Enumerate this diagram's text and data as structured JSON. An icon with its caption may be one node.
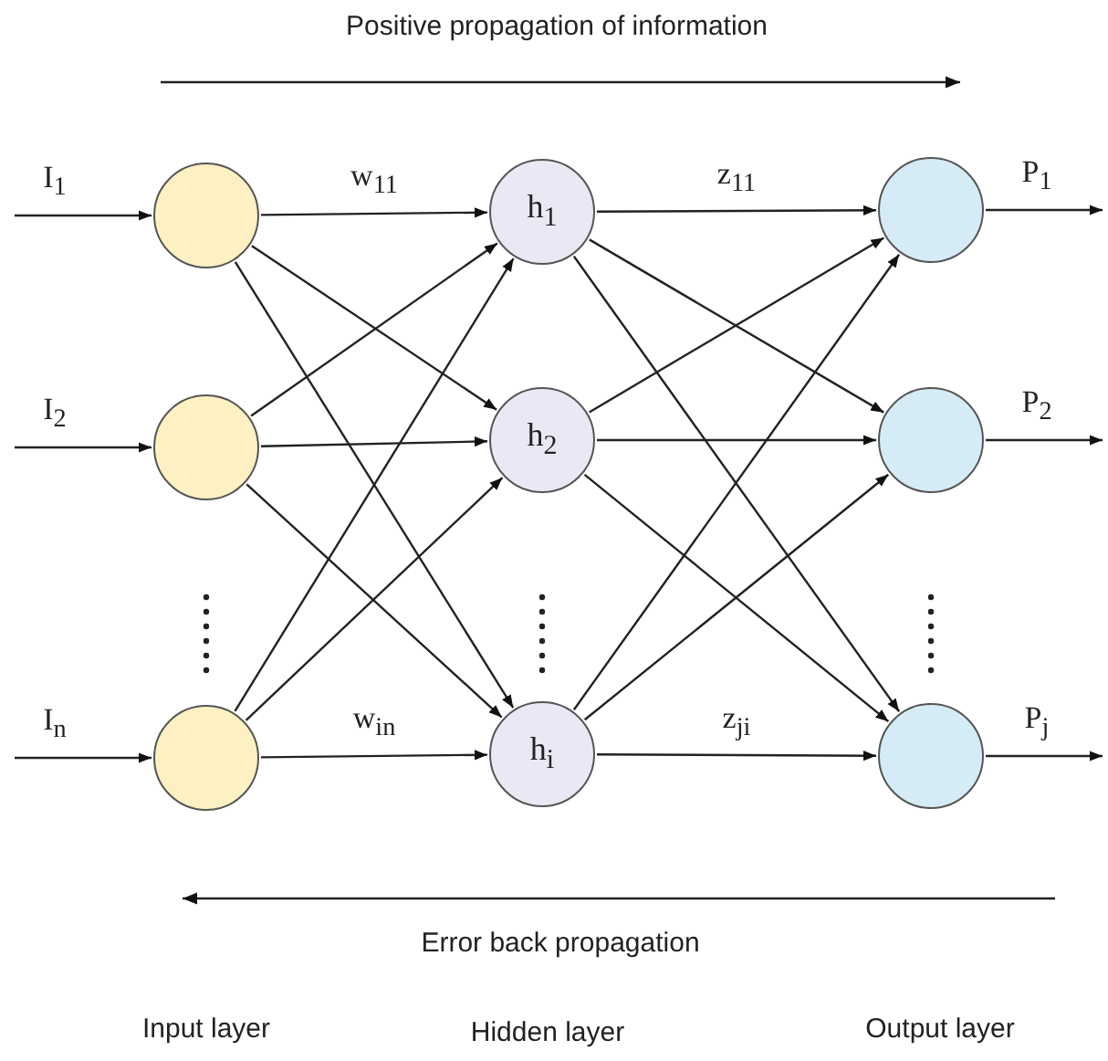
{
  "diagram": {
    "nodes": [
      {
        "text": [],
        "shape": "circle"
      },
      {
        "text": [],
        "shape": "circle"
      },
      {
        "text": [],
        "shape": "circle"
      },
      {
        "text": [
          "h$_{1}$"
        ]
      },
      {
        "text": [
          "h$_{2}$"
        ]
      },
      {
        "text": [
          "h$_{i}$"
        ]
      },
      {
        "text": [],
        "shape": "circle"
      },
      {
        "text": [],
        "shape": "circle"
      },
      {
        "text": [],
        "shape": "circle"
      }
    ],
    "edges": [
      {
        "from": null,
        "to": 0,
        "arrow": "to",
        "label": "I$_{1}$"
      },
      {
        "from": null,
        "to": 1,
        "arrow": "to",
        "label": "I$_{2}$"
      },
      {
        "from": null,
        "to": 2,
        "arrow": "to",
        "label": "I$_{n}$"
      },
      {
        "from": 0,
        "to": 3,
        "arrow": "to",
        "label": "w$_{11}$"
      },
      {
        "from": 0,
        "to": 4,
        "arrow": "to"
      },
      {
        "from": 0,
        "to": 5,
        "arrow": "to"
      },
      {
        "from": 1,
        "to": 3,
        "arrow": "to"
      },
      {
        "from": 1,
        "to": 4,
        "arrow": "to"
      },
      {
        "from": 1,
        "to": 5,
        "arrow": "to"
      },
      {
        "from": 2,
        "to": 3,
        "arrow": "to"
      },
      {
        "from": 2,
        "to": 4,
        "arrow": "to"
      },
      {
        "from": 2,
        "to": 5,
        "arrow": "to",
        "label": "w$_{in}$"
      },
      {
        "from": 3,
        "to": 6,
        "arrow": "to",
        "label": "z$_{11}$"
      },
      {
        "from": 3,
        "to": 7,
        "arrow": "to"
      },
      {
        "from": 3,
        "to": 8,
        "arrow": "to"
      },
      {
        "from": 4,
        "to": 6,
        "arrow": "to"
      },
      {
        "from": 4,
        "to": 7,
        "arrow": "to"
      },
      {
        "from": 4,
        "to": 8,
        "arrow": "to"
      },
      {
        "from": 5,
        "to": 6,
        "arrow": "to"
      },
      {
        "from": 5,
        "to": 7,
        "arrow": "to"
      },
      {
        "from": 5,
        "to": 8,
        "arrow": "to",
        "label": "z$_{ji}$"
      },
      {
        "from": 6,
        "to": null,
        "arrow": "to",
        "label": "P$_{1}$"
      },
      {
        "from": 7,
        "to": null,
        "arrow": "to",
        "label": "P$_{2}$"
      },
      {
        "from": 8,
        "to": null,
        "arrow": "to",
        "label": "P$_{j}$"
      }
    ],
    "labels": [
      "Positive propagation of information",
      "Error back propagation",
      "Input layer",
      "Hidden layer",
      "Output layer"
    ]
  }
}
